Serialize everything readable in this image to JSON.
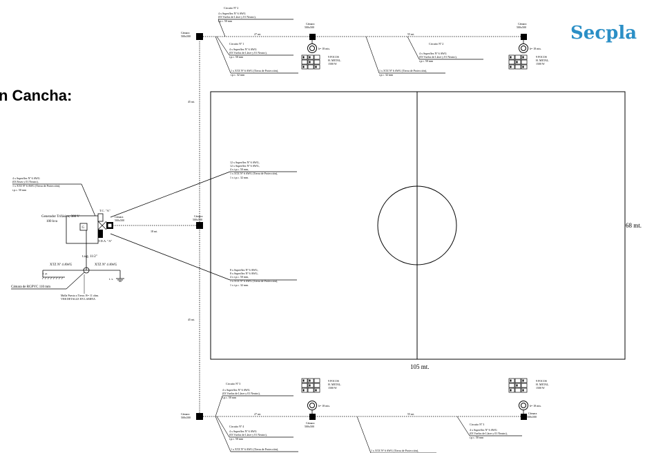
{
  "header": {
    "title": "n Cancha:",
    "logo": "Secpla"
  },
  "court": {
    "width_label": "105 mt.",
    "height_label": "68 mt."
  },
  "distances": {
    "top_left": "27 mt.",
    "top_right": "55 mt.",
    "bottom_left": "27 mt.",
    "bottom_right": "55 mt.",
    "side_top": "45 mt.",
    "side_bottom": "45 mt.",
    "feed": "18 mt."
  },
  "cameras": {
    "tl_l1": "Cámara",
    "tl_l2": "500x500",
    "top_mid_l1": "Cámara",
    "top_mid_l2": "500x500",
    "top_right_l1": "Cámara",
    "top_right_l2": "500x500",
    "mid_l1": "Cámara",
    "mid_l2": "500x500",
    "gen_l1": "Cámara",
    "gen_l2": "500x500",
    "bl_l1": "Cámara",
    "bl_l2": "500x500",
    "bot_mid_l1": "Cámara",
    "bot_mid_l2": "500x500",
    "bot_right_l1": "Cámara",
    "bot_right_l2": "500x500"
  },
  "poles": {
    "h_top_mid": "h= 18 mts.",
    "h_top_right": "h= 18 mts.",
    "h_bot_mid": "h= 18 mts.",
    "h_bot_right": "h= 18 mts."
  },
  "focos": {
    "l1": "9 FOCOS",
    "l2": "H. METAL.",
    "l3": "1500 W"
  },
  "circuits": {
    "c2_top": {
      "title": "Circuito Nº 2",
      "l1": "4 x Superflex Nº 6  AWG",
      "l2": "(03 Vuelos de Llave y 01 Neutro),",
      "l3": "t.p.c. 50 mm"
    },
    "c1_top": {
      "title": "Circuito Nº 1",
      "l1": "4 x Superflex Nº 6  AWG",
      "l2": "(03 Vuelos de Llave y 01 Neutro),",
      "l3": "t.p.c. 50 mm"
    },
    "c2_right": {
      "title": "Circuito Nº 2",
      "l1": "4 x Superflex Nº 6  AWG",
      "l2": "(03 Vuelos de Llave y 01 Neutro),",
      "l3": "t.p.c. 50 mm"
    },
    "ground_top_left": {
      "l1": "1 x XTZ Nº 6 AWG (Tierra de Protección),",
      "l2": "t.p.c. 32 mm"
    },
    "ground_top_right": {
      "l1": "1 x XTZ Nº 6 AWG (Tierra de Protección),",
      "l2": "t.p.c. 32 mm"
    },
    "c3_bot": {
      "title": "Circuito Nº 3",
      "l1": "4 x Superflex Nº 6  AWG",
      "l2": "(03 Vuelos de Llave y 01 Neutro),",
      "l3": "t.p.c. 50 mm"
    },
    "c4_bot": {
      "title": "Circuito Nº 4",
      "l1": "4 x Superflex Nº 6  AWG",
      "l2": "(03 Vuelos de Llave y 01 Neutro),",
      "l3": "t.p.c. 50 mm"
    },
    "c3_right": {
      "title": "Circuito Nº 3",
      "l1": "4 x Superflex Nº 6  AWG",
      "l2": "(03 Vuelos de Llave y 01 Neutro),",
      "l3": "t.p.c. 50 mm"
    },
    "ground_bot_left": {
      "l1": "1 x XTZ Nº 6 AWG (Tierra de Protección),"
    },
    "ground_bot_right": {
      "l1": "1 x XTZ Nº 6 AWG (Tierra de Protección),"
    },
    "feeder_up": {
      "l1": "12 x Superflex Nº 6  AWG,",
      "l2": "12 x Superflex Nº 6 AWG,",
      "l3": "4 x t.p.c. 50 mm,",
      "l4": "1 x XTZ Nº 6 AWG (Tierra de Protección),",
      "l5": "1 x t.p.c. 32 mm."
    },
    "feeder_down": {
      "l1": "8 x Superflex Nº 6  AWG,",
      "l2": "8 x Superflex Nº 6 AWG,",
      "l3": "4 x t.p.c. 50 mm,",
      "l4": "1 x XTZ Nº 6 AWG (Tierra de Protección),",
      "l5": "1 x t.p.c. 32 mm."
    },
    "generator_feed": {
      "l1": "4 x Superflex Nº 6  AWG",
      "l2": "(03 Fases y 01 Neutro),",
      "l3": "1 x XTZ Nº 6 AWG (Tierra de Protección),",
      "l4": "t.p.c. 50 mm"
    }
  },
  "generator": {
    "l1": "Generador Trifásico, 380 V",
    "l2": "100 kva",
    "g_symbol": "G",
    "tc": "T.C. \"A\"",
    "tda": "T.D.A. \"A\"",
    "tag": "t.a.g. 11/2\"",
    "xtz_left": "XTZ Nº 4 AWG",
    "xtz_right": "XTZ Nº 4 AWG",
    "tp": "t. p.",
    "ts": "t. s.",
    "camara_pvc": "Cámara de RGPVC 110 mm",
    "malla_l1": "Malla Puesta a Tierra.  R= 11 ohm.",
    "malla_l2": "VER  DETALLE   EN     LAMINA"
  }
}
